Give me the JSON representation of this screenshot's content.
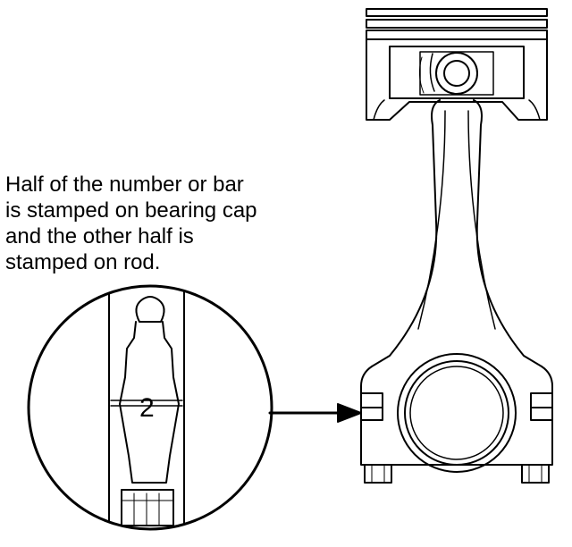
{
  "caption": {
    "lines": [
      "Half of the number or bar",
      "is stamped on bearing cap",
      "and the other half is",
      "stamped on rod."
    ]
  },
  "detail": {
    "stamp_number": "2"
  }
}
